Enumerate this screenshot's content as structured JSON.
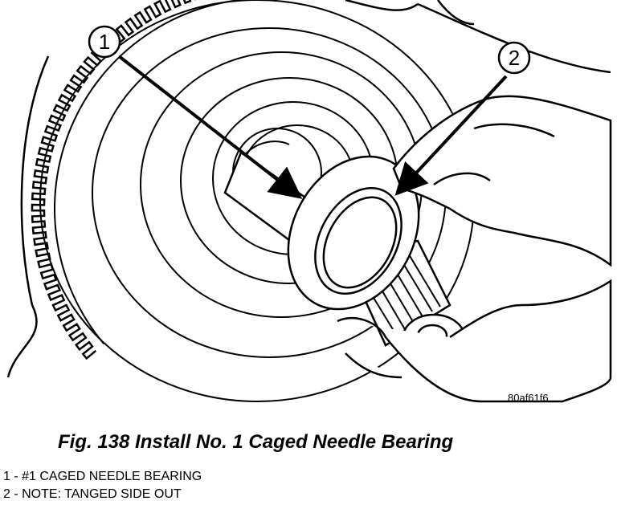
{
  "figure": {
    "callouts": [
      {
        "number": "1"
      },
      {
        "number": "2"
      }
    ],
    "figure_id": "80af61f6"
  },
  "caption": "Fig. 138 Install No. 1 Caged Needle Bearing",
  "legend": [
    "1 - #1 CAGED NEEDLE BEARING",
    "2 - NOTE: TANGED SIDE OUT"
  ]
}
